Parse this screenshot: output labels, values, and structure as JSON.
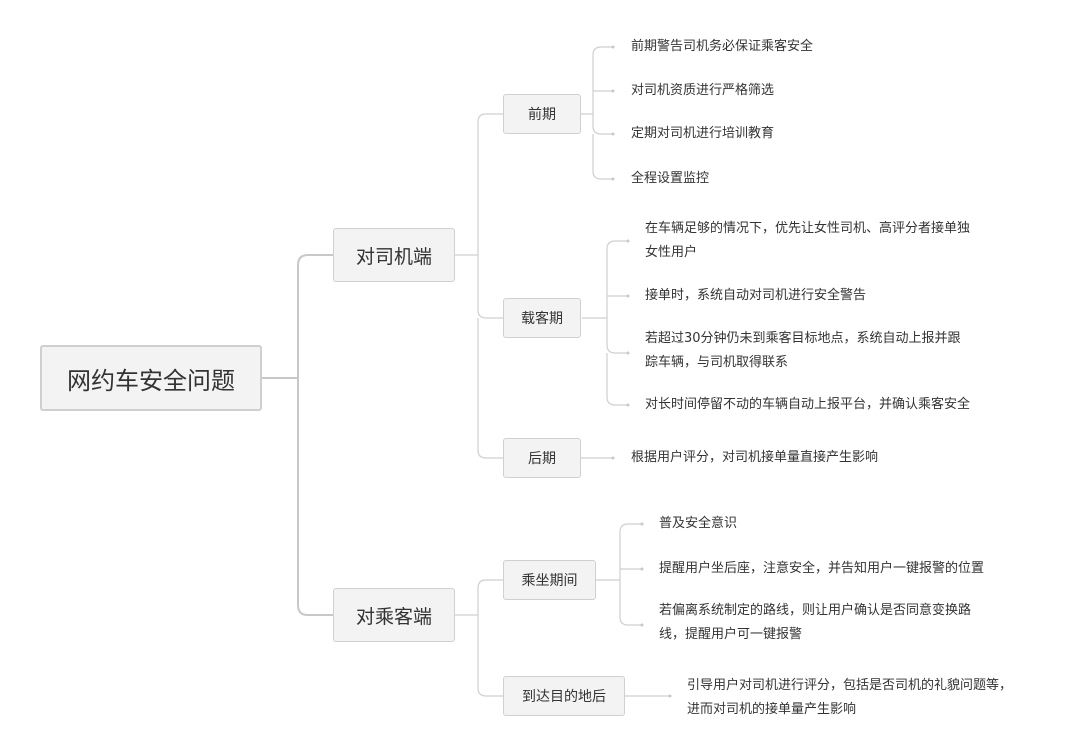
{
  "root": {
    "label": "网约车安全问题"
  },
  "driver": {
    "label": "对司机端",
    "early": {
      "label": "前期",
      "items": [
        "前期警告司机务必保证乘客安全",
        "对司机资质进行严格筛选",
        "定期对司机进行培训教育",
        "全程设置监控"
      ]
    },
    "carrying": {
      "label": "载客期",
      "items": [
        [
          "在车辆足够的情况下，优先让女性司机、高评分者接单独",
          "女性用户"
        ],
        [
          "接单时，系统自动对司机进行安全警告"
        ],
        [
          "若超过30分钟仍未到乘客目标地点，系统自动上报并跟",
          "踪车辆，与司机取得联系"
        ],
        [
          "对长时间停留不动的车辆自动上报平台，并确认乘客安全"
        ]
      ]
    },
    "late": {
      "label": "后期",
      "items": [
        "根据用户评分，对司机接单量直接产生影响"
      ]
    }
  },
  "passenger": {
    "label": "对乘客端",
    "riding": {
      "label": "乘坐期间",
      "items": [
        [
          "普及安全意识"
        ],
        [
          "提醒用户坐后座，注意安全，并告知用户一键报警的位置"
        ],
        [
          "若偏离系统制定的路线，则让用户确认是否同意变换路",
          "线，提醒用户可一键报警"
        ]
      ]
    },
    "arrival": {
      "label": "到达目的地后",
      "items": [
        [
          "引导用户对司机进行评分，包括是否司机的礼貌问题等，",
          "进而对司机的接单量产生影响"
        ]
      ]
    }
  }
}
